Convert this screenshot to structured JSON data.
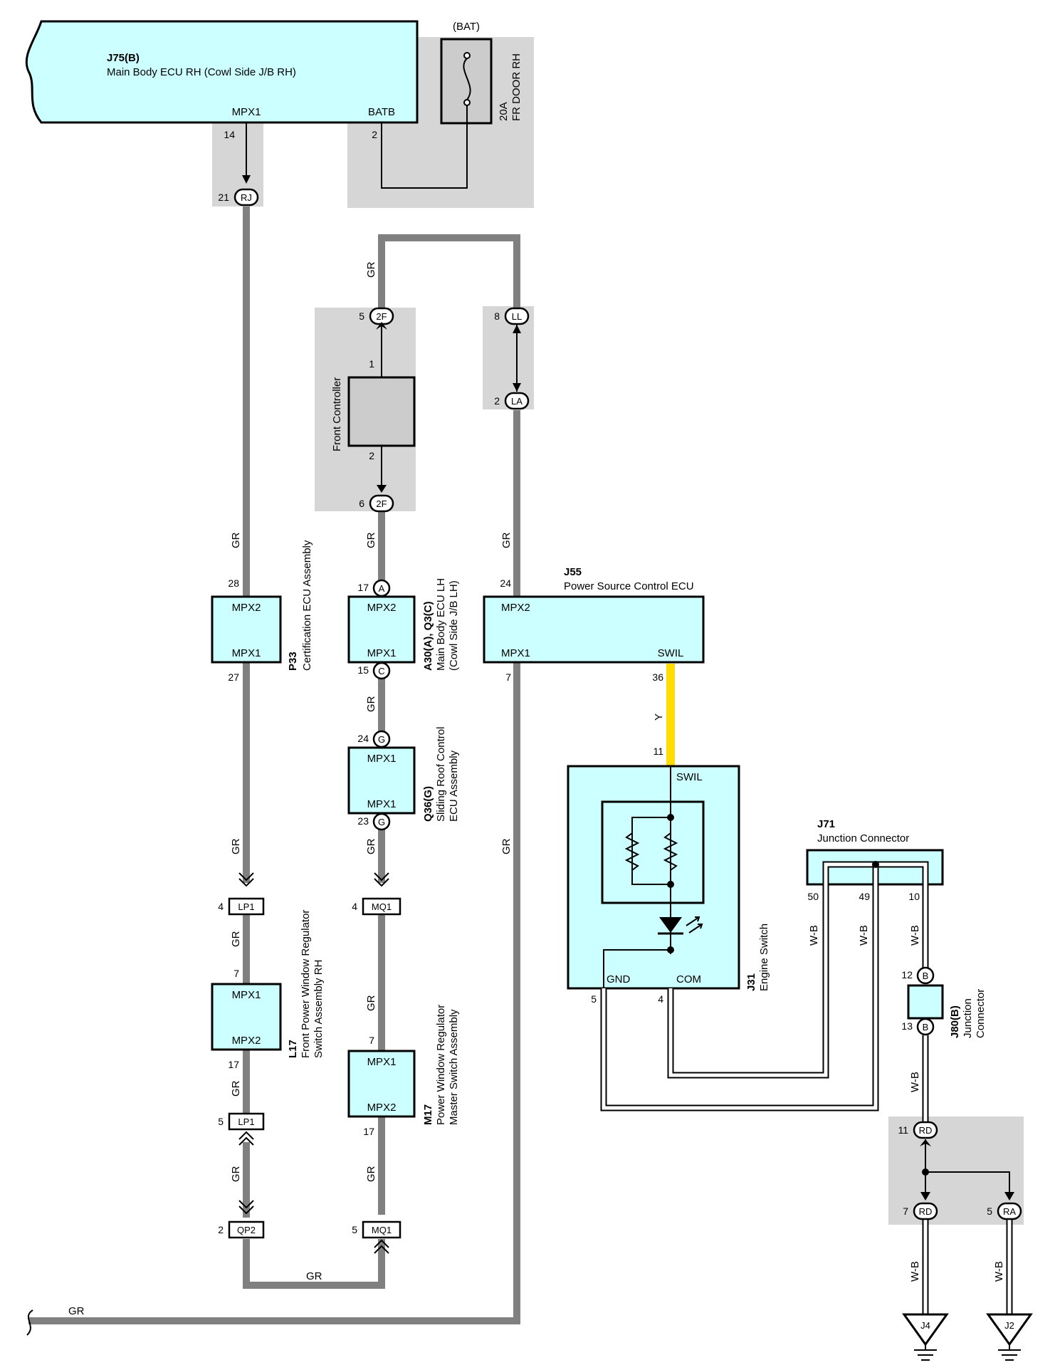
{
  "components": {
    "j75": {
      "id": "J75(B)",
      "name": "Main Body ECU RH (Cowl Side J/B RH)",
      "pin_mpx1": "MPX1",
      "pin_batb": "BATB",
      "num_mpx1": "14",
      "num_batb": "2"
    },
    "fuse": {
      "source": "(BAT)",
      "rating": "20A",
      "name": "FR DOOR RH"
    },
    "p33": {
      "id": "P33",
      "name": "Certification ECU Assembly",
      "pin_top": "MPX2",
      "pin_bot": "MPX1",
      "num_top": "28",
      "num_bot": "27"
    },
    "front_controller": {
      "name": "Front Controller",
      "num_top": "1",
      "num_bot": "2"
    },
    "a30": {
      "id": "A30(A), Q3(C)",
      "name": "Main Body ECU LH",
      "sub": "(Cowl Side J/B LH)",
      "pin_top": "MPX2",
      "pin_bot": "MPX1",
      "num_top": "17",
      "num_bot": "15",
      "conn_top": "A",
      "conn_bot": "C"
    },
    "j55": {
      "id": "J55",
      "name": "Power Source Control ECU",
      "pin_mpx2": "MPX2",
      "pin_mpx1": "MPX1",
      "pin_swil": "SWIL",
      "num_mpx2": "24",
      "num_mpx1": "7",
      "num_swil": "36"
    },
    "q36": {
      "id": "Q36(G)",
      "name": "Sliding Roof Control",
      "sub": "ECU Assembly",
      "pin_top": "MPX1",
      "pin_bot": "MPX1",
      "num_top": "24",
      "num_bot": "23",
      "conn": "G"
    },
    "l17": {
      "id": "L17",
      "name": "Front Power Window Regulator",
      "sub": "Switch Assembly RH",
      "pin_top": "MPX1",
      "pin_bot": "MPX2",
      "num_top": "7",
      "num_bot": "17"
    },
    "m17": {
      "id": "M17",
      "name": "Power Window Regulator",
      "sub": "Master Switch Assembly",
      "pin_top": "MPX1",
      "pin_bot": "MPX2",
      "num_top": "7",
      "num_bot": "17"
    },
    "j31": {
      "id": "J31",
      "name": "Engine Switch",
      "pin_swil": "SWIL",
      "pin_gnd": "GND",
      "pin_com": "COM",
      "num_swil": "11",
      "num_gnd": "5",
      "num_com": "4"
    },
    "j71": {
      "id": "J71",
      "name": "Junction Connector",
      "num_a": "50",
      "num_b": "49",
      "num_c": "10"
    },
    "j80": {
      "id": "J80(B)",
      "name": "Junction",
      "sub": "Connector",
      "conn": "B",
      "num_top": "12",
      "num_bot": "13"
    }
  },
  "connectors": {
    "rj": {
      "label": "RJ",
      "num": "21"
    },
    "f2_top": {
      "label": "2F",
      "num": "5"
    },
    "f2_bot": {
      "label": "2F",
      "num": "6"
    },
    "ll": {
      "label": "LL",
      "num": "8"
    },
    "la": {
      "label": "LA",
      "num": "2"
    },
    "lp1_top": {
      "label": "LP1",
      "num": "4"
    },
    "lp1_bot": {
      "label": "LP1",
      "num": "5"
    },
    "qp2": {
      "label": "QP2",
      "num": "2"
    },
    "mq1_top": {
      "label": "MQ1",
      "num": "4"
    },
    "mq1_bot": {
      "label": "MQ1",
      "num": "5"
    },
    "rd_top": {
      "label": "RD",
      "num": "11"
    },
    "rd_bot": {
      "label": "RD",
      "num": "7"
    },
    "ra": {
      "label": "RA",
      "num": "5"
    }
  },
  "grounds": {
    "j4": "J4",
    "j2": "J2"
  },
  "wire_colors": {
    "gr": "GR",
    "y": "Y",
    "wb": "W-B"
  },
  "colors": {
    "ecu_fill": "#ccffff",
    "gray_wire": "#808080",
    "yellow_wire": "#ffdd00",
    "shade": "#d6d6d6"
  }
}
